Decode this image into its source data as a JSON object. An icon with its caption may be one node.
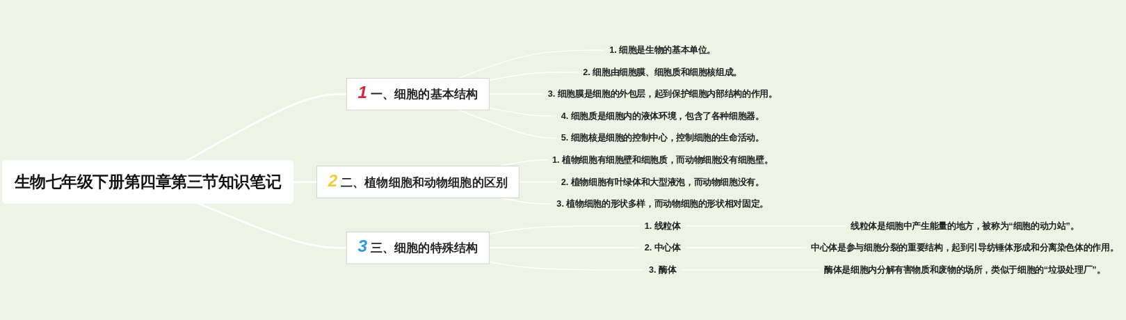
{
  "diagram": {
    "nodes": [
      {
        "text": [
          "生物七年级下册第四章第三节知识笔记"
        ]
      },
      {
        "text": [
          "1",
          "一、细胞的基本结构"
        ]
      },
      {
        "text": [
          "1. 细胞是生物的基本单位。"
        ]
      },
      {
        "text": [
          "2. 细胞由细胞膜、细胞质和细胞核组成。"
        ]
      },
      {
        "text": [
          "3. 细胞膜是细胞的外包层，起到保护细胞内部结构的作用。"
        ]
      },
      {
        "text": [
          "4. 细胞质是细胞内的液体环境，包含了各种细胞器。"
        ]
      },
      {
        "text": [
          "5. 细胞核是细胞的控制中心，控制细胞的生命活动。"
        ]
      },
      {
        "text": [
          "2",
          "二、植物细胞和动物细胞的区别"
        ]
      },
      {
        "text": [
          "1. 植物细胞有细胞壁和细胞质，而动物细胞没有细胞壁。"
        ]
      },
      {
        "text": [
          "2. 植物细胞有叶绿体和大型液泡，而动物细胞没有。"
        ]
      },
      {
        "text": [
          "3. 植物细胞的形状多样，而动物细胞的形状相对固定。"
        ]
      },
      {
        "text": [
          "3",
          "三、细胞的特殊结构"
        ]
      },
      {
        "text": [
          "1. 线粒体"
        ]
      },
      {
        "text": [
          "线粒体是细胞中产生能量的地方，被称为“细胞的动力站”。"
        ]
      },
      {
        "text": [
          "2. 中心体"
        ]
      },
      {
        "text": [
          "中心体是参与细胞分裂的重要结构，起到引导纺锤体形成和分离染色体的作用。"
        ]
      },
      {
        "text": [
          "3. 酶体"
        ]
      },
      {
        "text": [
          "酶体是细胞内分解有害物质和废物的场所，类似于细胞的“垃圾处理厂”。"
        ]
      }
    ],
    "edges": [
      {
        "from": 0,
        "to": 1,
        "arrow": "none"
      },
      {
        "from": 0,
        "to": 7,
        "arrow": "none"
      },
      {
        "from": 0,
        "to": 11,
        "arrow": "none"
      },
      {
        "from": 1,
        "to": 2,
        "arrow": "none"
      },
      {
        "from": 1,
        "to": 3,
        "arrow": "none"
      },
      {
        "from": 1,
        "to": 4,
        "arrow": "none"
      },
      {
        "from": 1,
        "to": 5,
        "arrow": "none"
      },
      {
        "from": 1,
        "to": 6,
        "arrow": "none"
      },
      {
        "from": 7,
        "to": 8,
        "arrow": "none"
      },
      {
        "from": 7,
        "to": 9,
        "arrow": "none"
      },
      {
        "from": 7,
        "to": 10,
        "arrow": "none"
      },
      {
        "from": 11,
        "to": 12,
        "arrow": "none"
      },
      {
        "from": 11,
        "to": 14,
        "arrow": "none"
      },
      {
        "from": 11,
        "to": 16,
        "arrow": "none"
      },
      {
        "from": 12,
        "to": 13,
        "arrow": "none"
      },
      {
        "from": 14,
        "to": 15,
        "arrow": "none"
      },
      {
        "from": 16,
        "to": 17,
        "arrow": "none"
      }
    ]
  }
}
